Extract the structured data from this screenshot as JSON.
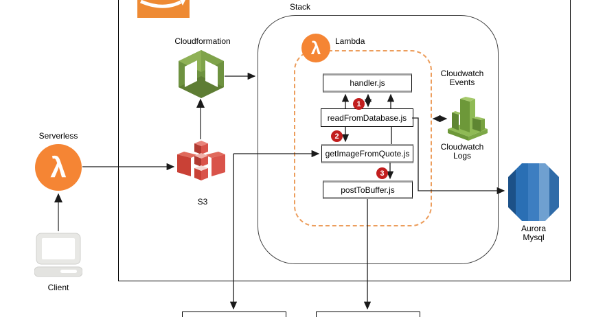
{
  "labels": {
    "stack": "Stack",
    "lambda": "Lambda",
    "serverless": "Serverless",
    "client": "Client",
    "s3": "S3",
    "cloudformation": "Cloudformation",
    "cloudwatch_events": "Cloudwatch Events",
    "cloudwatch_logs": "Cloudwatch Logs",
    "aurora_mysql": "Aurora Mysql"
  },
  "function_boxes": [
    {
      "label": "handler.js"
    },
    {
      "label": "readFromDatabase.js"
    },
    {
      "label": "getImageFromQuote.js"
    },
    {
      "label": "postToBuffer.js"
    }
  ],
  "step_badges": [
    "1",
    "2",
    "3"
  ],
  "icons": {
    "lambda_glyph": "λ"
  },
  "colors": {
    "aws_orange": "#F58534",
    "aws_logo_orange": "#EE8A33",
    "dashed_group_orange": "#EC9D5C",
    "badge_red": "#C21E1E",
    "s3_red": "#D9534A",
    "cloudformation_green": "#6E9240",
    "cloudwatch_green": "#77A23F",
    "aurora_blue": "#2A6FB4"
  }
}
